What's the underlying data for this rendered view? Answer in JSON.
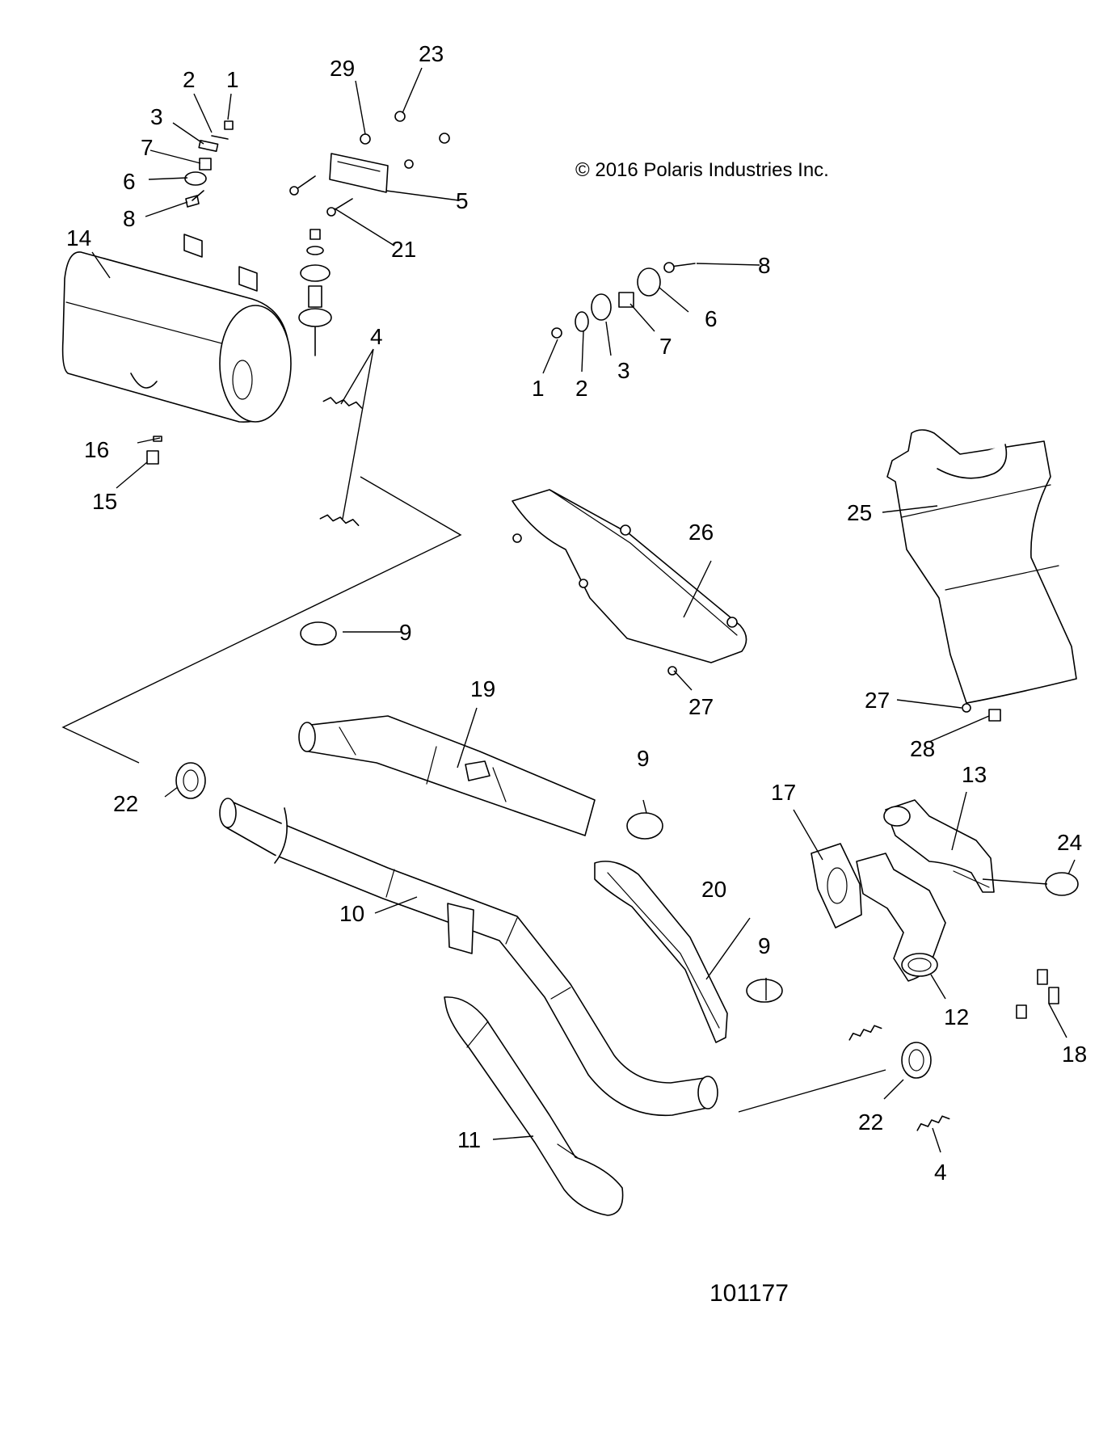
{
  "copyright": "© 2016 Polaris Industries Inc.",
  "diagram_number": "101177",
  "callouts": {
    "c1a": "1",
    "c2a": "2",
    "c3a": "3",
    "c7a": "7",
    "c6a": "6",
    "c8a": "8",
    "c29": "29",
    "c23": "23",
    "c5": "5",
    "c21": "21",
    "c14": "14",
    "c16": "16",
    "c15": "15",
    "c4a": "4",
    "c8b": "8",
    "c6b": "6",
    "c7b": "7",
    "c3b": "3",
    "c2b": "2",
    "c1b": "1",
    "c25": "25",
    "c26": "26",
    "c9a": "9",
    "c19": "19",
    "c27a": "27",
    "c27b": "27",
    "c28": "28",
    "c22a": "22",
    "c9b": "9",
    "c17": "17",
    "c13": "13",
    "c24": "24",
    "c10": "10",
    "c20": "20",
    "c9c": "9",
    "c12": "12",
    "c18": "18",
    "c22b": "22",
    "c11": "11",
    "c4b": "4"
  }
}
